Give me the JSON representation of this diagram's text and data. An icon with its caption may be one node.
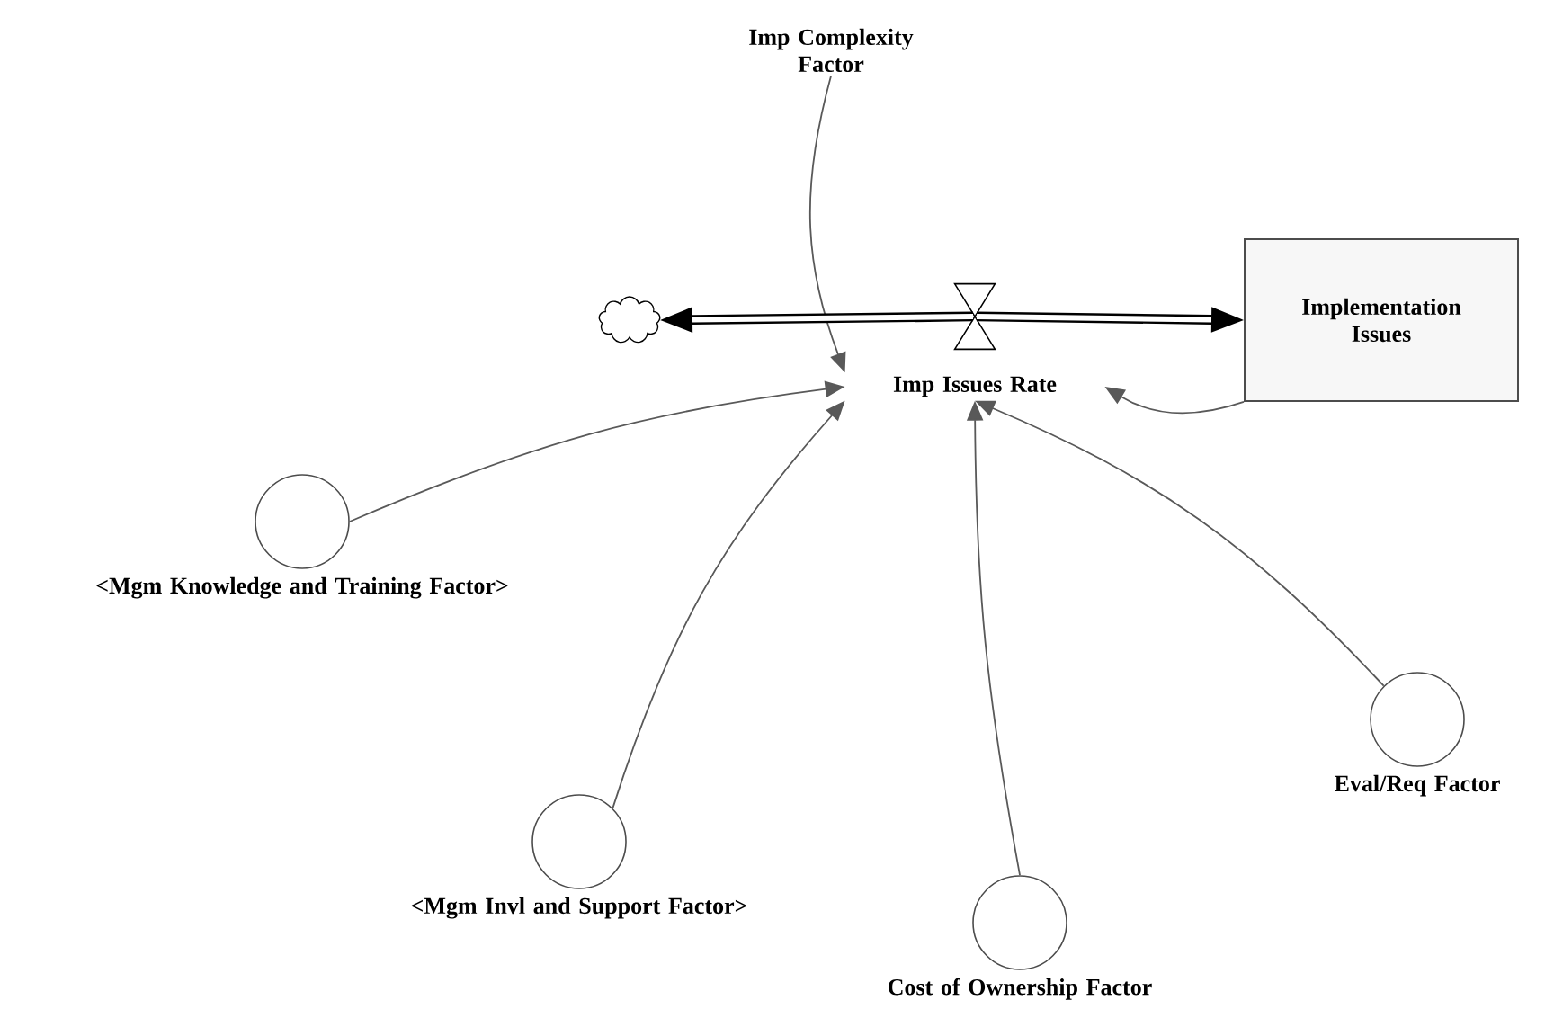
{
  "diagram": {
    "nodes": [
      {
        "text": [
          "Imp Complexity Factor"
        ]
      },
      {
        "text": [],
        "shape": "cloud"
      },
      {
        "text": [],
        "shape": "valve"
      },
      {
        "text": [
          "Implementation Issues"
        ]
      },
      {
        "text": [
          "Imp Issues Rate"
        ]
      },
      {
        "text": [
          "<Mgm Knowledge and Training Factor>"
        ]
      },
      {
        "text": [
          "<Mgm Invl and Support Factor>"
        ]
      },
      {
        "text": [
          "Cost of Ownership Factor"
        ]
      },
      {
        "text": [
          "Eval/Req Factor"
        ]
      }
    ],
    "edges": [
      {
        "from": 0,
        "to": 4,
        "arrow": "to"
      },
      {
        "from": 2,
        "to": 1,
        "arrow": "to",
        "style": "thick"
      },
      {
        "from": 2,
        "to": 3,
        "arrow": "to",
        "style": "thick"
      },
      {
        "from": 5,
        "to": 4,
        "arrow": "to"
      },
      {
        "from": 6,
        "to": 4,
        "arrow": "to"
      },
      {
        "from": 7,
        "to": 4,
        "arrow": "to"
      },
      {
        "from": 8,
        "to": 4,
        "arrow": "to"
      },
      {
        "from": 3,
        "to": 4,
        "arrow": "to"
      }
    ]
  }
}
